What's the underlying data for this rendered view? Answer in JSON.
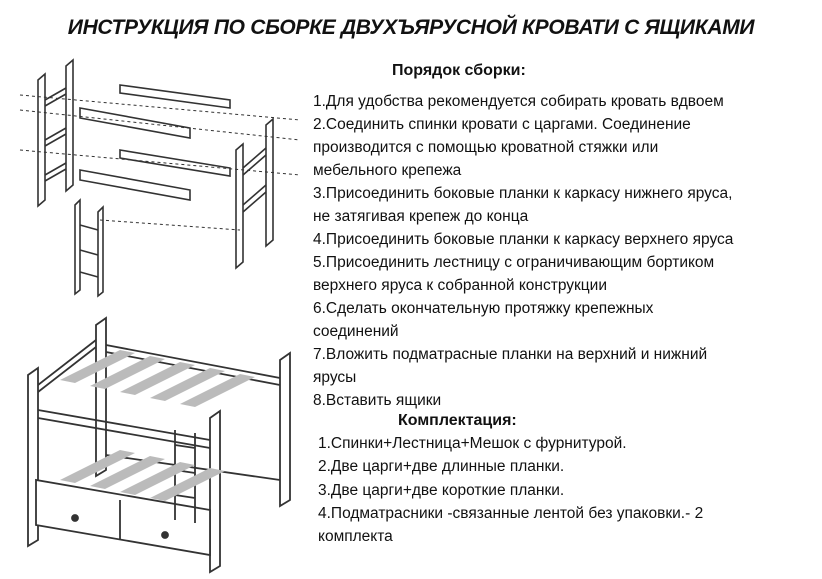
{
  "title": "ИНСТРУКЦИЯ ПО СБОРКЕ ДВУХЪЯРУСНОЙ КРОВАТИ С ЯЩИКАМИ",
  "assembly": {
    "heading": "Порядок сборки:",
    "lines": [
      "1.Для удобства рекомендуется собирать кровать вдвоем",
      "2.Соединить спинки кровати с царгами. Соединение",
      "производится с помощью кроватной стяжки или",
      "мебельного крепежа",
      "3.Присоединить боковые планки к каркасу нижнего яруса,",
      "не затягивая крепеж до конца",
      "4.Присоединить боковые планки к каркасу верхнего яруса",
      "5.Присоединить лестницу с ограничивающим бортиком",
      "верхнего яруса к собранной конструкции",
      "6.Сделать окончательную протяжку крепежных",
      "соединений",
      "7.Вложить подматрасные планки на верхний и нижний",
      "ярусы",
      "8.Вставить ящики"
    ]
  },
  "kit": {
    "heading": "Комплектация:",
    "lines": [
      "1.Спинки+Лестница+Мешок с фурнитурой.",
      "2.Две царги+две длинные планки.",
      "3.Две царги+две короткие планки.",
      "4.Подматрасники -связанные лентой без упаковки.- 2",
      "комплекта"
    ]
  }
}
